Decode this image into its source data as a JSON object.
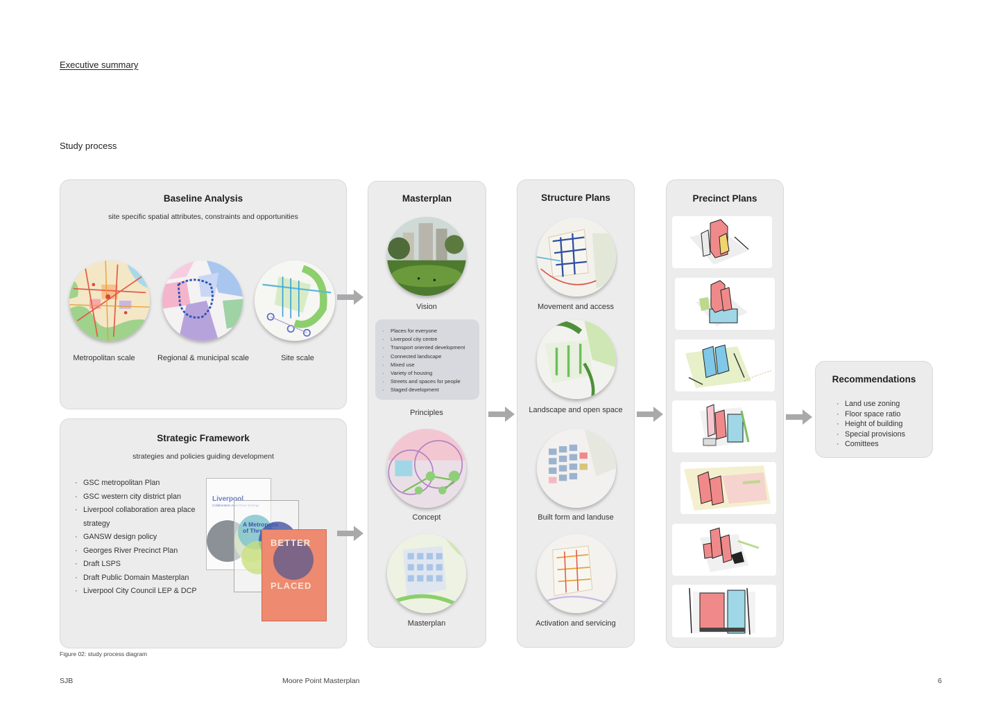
{
  "page": {
    "heading": "Executive summary",
    "section_title": "Study process",
    "figure_caption": "Figure 02: study process diagram"
  },
  "baseline": {
    "title": "Baseline Analysis",
    "subtitle": "site specific spatial attributes, constraints and opportunities",
    "scales": [
      "Metropolitan scale",
      "Regional & municipal scale",
      "Site scale"
    ]
  },
  "framework": {
    "title": "Strategic Framework",
    "subtitle": "strategies and policies guiding development",
    "items": [
      "GSC metropolitan Plan",
      "GSC western city district plan",
      "Liverpool collaboration area place strategy",
      "GANSW design policy",
      "Georges River Precinct Plan",
      "Draft LSPS",
      "Draft Public Domain Masterplan",
      "Liverpool City Council LEP & DCP"
    ],
    "cover_liverpool_title": "Liverpool",
    "cover_liverpool_sub": "Collaboration Area Place Strategy",
    "cover_metropolis": "A Metropolis of Three Cities",
    "cover_better": "BETTER",
    "cover_placed": "PLACED"
  },
  "masterplan": {
    "title": "Masterplan",
    "vision_label": "Vision",
    "principles": [
      "Places for everyone",
      "Liverpool city centre",
      "Transport oriented development",
      "Connected landscape",
      "Mixed use",
      "Variety of housing",
      "Streets and spaces for people",
      "Staged development"
    ],
    "principles_label": "Principles",
    "concept_label": "Concept",
    "masterplan_label": "Masterplan"
  },
  "structure": {
    "title": "Structure Plans",
    "labels": [
      "Movement and access",
      "Landscape and open space",
      "Built form and landuse",
      "Activation and servicing"
    ]
  },
  "precinct": {
    "title": "Precinct Plans"
  },
  "recommendations": {
    "title": "Recommendations",
    "items": [
      "Land use zoning",
      "Floor space ratio",
      "Height of building",
      "Special provisions",
      "Comittees"
    ]
  },
  "footer": {
    "left": "SJB",
    "center": "Moore Point Masterplan",
    "page_number": "6"
  },
  "colors": {
    "panel": "#ececed",
    "arrow": "#a9a9ab",
    "pink_building": "#f08a8a",
    "cover_orange": "#ee8a6f"
  }
}
